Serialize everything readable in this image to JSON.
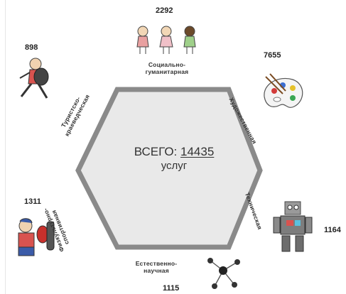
{
  "center": {
    "total_label": "ВСЕГО:",
    "total_value": "14435",
    "units": "услуг"
  },
  "directions": [
    {
      "id": "social",
      "label_line1": "Социально-",
      "label_line2": "гуманитарная",
      "count": "2292",
      "icon": "children-icon"
    },
    {
      "id": "art",
      "label": "Художественная",
      "count": "7655",
      "icon": "palette-icon"
    },
    {
      "id": "tech",
      "label": "Техническая",
      "count": "1164",
      "icon": "robot-icon"
    },
    {
      "id": "science",
      "label_line1": "Естественно-",
      "label_line2": "научная",
      "count": "1115",
      "icon": "molecule-icon"
    },
    {
      "id": "sport",
      "label_line1": "Физкультурно-",
      "label_line2": "спортивная",
      "count": "1311",
      "icon": "boxer-icon"
    },
    {
      "id": "tourism",
      "label_line1": "Туристско-",
      "label_line2": "краеведческая",
      "count": "898",
      "icon": "runner-icon"
    }
  ],
  "colors": {
    "hexagon_fill": "#e9e9e9",
    "hexagon_stroke": "#8a8a8a"
  }
}
